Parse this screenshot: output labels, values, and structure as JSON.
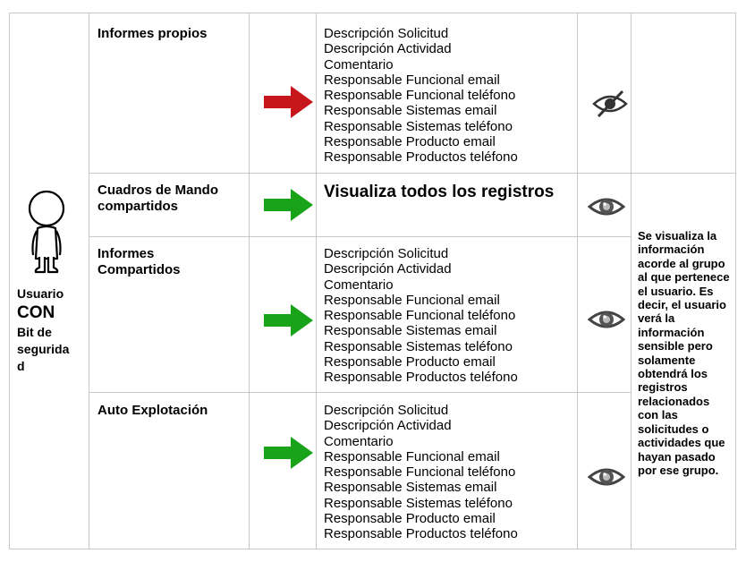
{
  "user": {
    "label_line1": "Usuario",
    "label_line2": "CON",
    "label_line3": "Bit de",
    "label_line4": "segurida",
    "label_line5": "d",
    "icon": "person-icon"
  },
  "rows": [
    {
      "title": "Informes propios",
      "arrow_color": "#c8161d",
      "fields": [
        "Descripción Solicitud",
        "Descripción Actividad",
        "Comentario",
        "Responsable Funcional email",
        "Responsable Funcional teléfono",
        "Responsable Sistemas email",
        "Responsable Sistemas teléfono",
        "Responsable Producto email",
        "Responsable Productos teléfono"
      ],
      "visibility_icon": "eye-crossed-icon"
    },
    {
      "title": "Cuadros de Mando\ncompartidos",
      "arrow_color": "#18a318",
      "big_text": "Visualiza todos los registros",
      "visibility_icon": "eye-icon"
    },
    {
      "title": "Informes\nCompartidos",
      "arrow_color": "#18a318",
      "fields": [
        "Descripción Solicitud",
        "Descripción Actividad",
        "Comentario",
        "Responsable Funcional email",
        "Responsable Funcional teléfono",
        "Responsable Sistemas email",
        "Responsable Sistemas teléfono",
        "Responsable Producto email",
        "Responsable Productos teléfono"
      ],
      "visibility_icon": "eye-icon"
    },
    {
      "title": "Auto Explotación",
      "arrow_color": "#18a318",
      "fields": [
        "Descripción Solicitud",
        "Descripción Actividad",
        "Comentario",
        "Responsable Funcional email",
        "Responsable Funcional teléfono",
        "Responsable Sistemas email",
        "Responsable Sistemas teléfono",
        "Responsable Producto email",
        "Responsable Productos teléfono"
      ],
      "visibility_icon": "eye-icon"
    }
  ],
  "note": "Se visualiza la información acorde al grupo al que pertenece el usuario. Es decir, el usuario verá la información sensible pero solamente obtendrá los registros relacionados con las solicitudes o actividades que hayan pasado por ese grupo."
}
